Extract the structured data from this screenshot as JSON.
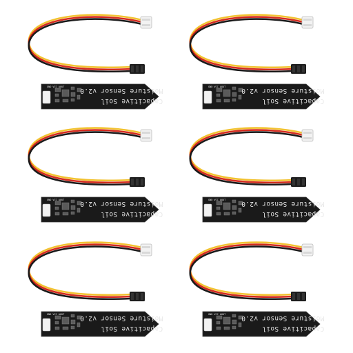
{
  "product": {
    "quantity": 6,
    "board_line_1": "Moisture Sensor v2.0",
    "board_line_2": "Capacitive Soil"
  },
  "colors": {
    "pcb": "#1a1a1a",
    "silkscreen": "#e8e8e8",
    "wire_black": "#1a1a1a",
    "wire_red": "#d42a1e",
    "wire_yellow": "#f2c230",
    "connector_white": "#f2f2f2",
    "connector_black": "#1c1c1c"
  }
}
